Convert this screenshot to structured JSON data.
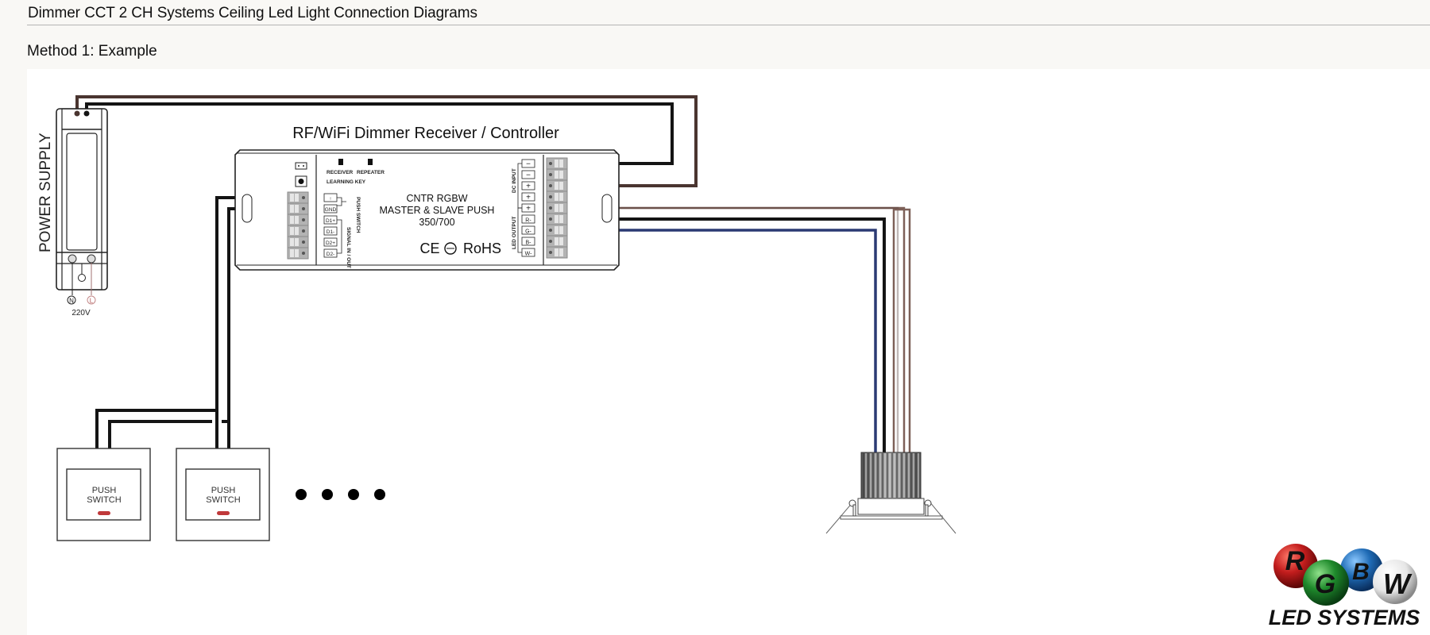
{
  "page": {
    "title": "Dimmer CCT 2 CH Systems Ceiling Led Light Connection Diagrams",
    "section_title": "Method 1: Example"
  },
  "diagram": {
    "power_supply": {
      "label": "POWER SUPPLY",
      "neutral_label": "N",
      "live_label": "L",
      "voltage_label": "220V"
    },
    "controller": {
      "title": "RF/WiFi Dimmer Receiver / Controller",
      "model_line_1": "CNTR RGBW",
      "model_line_2": "MASTER & SLAVE PUSH",
      "model_line_3": "350/700",
      "certifications": "CE",
      "rohs": "RoHS",
      "receiver_label": "RECEIVER",
      "repeater_label": "REPEATER",
      "learning_key_label": "LEARNING KEY",
      "push_switch_group_label": "PUSH SWITCH",
      "signal_group_label": "SIGNAL IN / OUT",
      "left_terminals": [
        "↑",
        "GND",
        "D1+",
        "D1-",
        "D2+",
        "D2-"
      ],
      "dc_input_label": "DC INPUT",
      "led_output_label": "LED OUTPUT",
      "right_terminals": [
        "−",
        "−",
        "+",
        "+",
        "+",
        "R-",
        "G-",
        "B-",
        "W-"
      ]
    },
    "push_switches": [
      {
        "label_line_1": "PUSH",
        "label_line_2": "SWITCH"
      },
      {
        "label_line_1": "PUSH",
        "label_line_2": "SWITCH"
      }
    ],
    "more_indicator": "••••",
    "wire_colors": {
      "black": "#141414",
      "brown": "#4a3530",
      "light_brown": "#7d6058",
      "blue": "#2b3a73",
      "switch_led": "#c0393b"
    },
    "logo": {
      "letters": [
        "R",
        "G",
        "B",
        "W"
      ],
      "ball_colors": [
        "#c21d1d",
        "#1f8a2c",
        "#1f6bb5",
        "#e6e6e6"
      ],
      "text": "LED SYSTEMS"
    }
  }
}
